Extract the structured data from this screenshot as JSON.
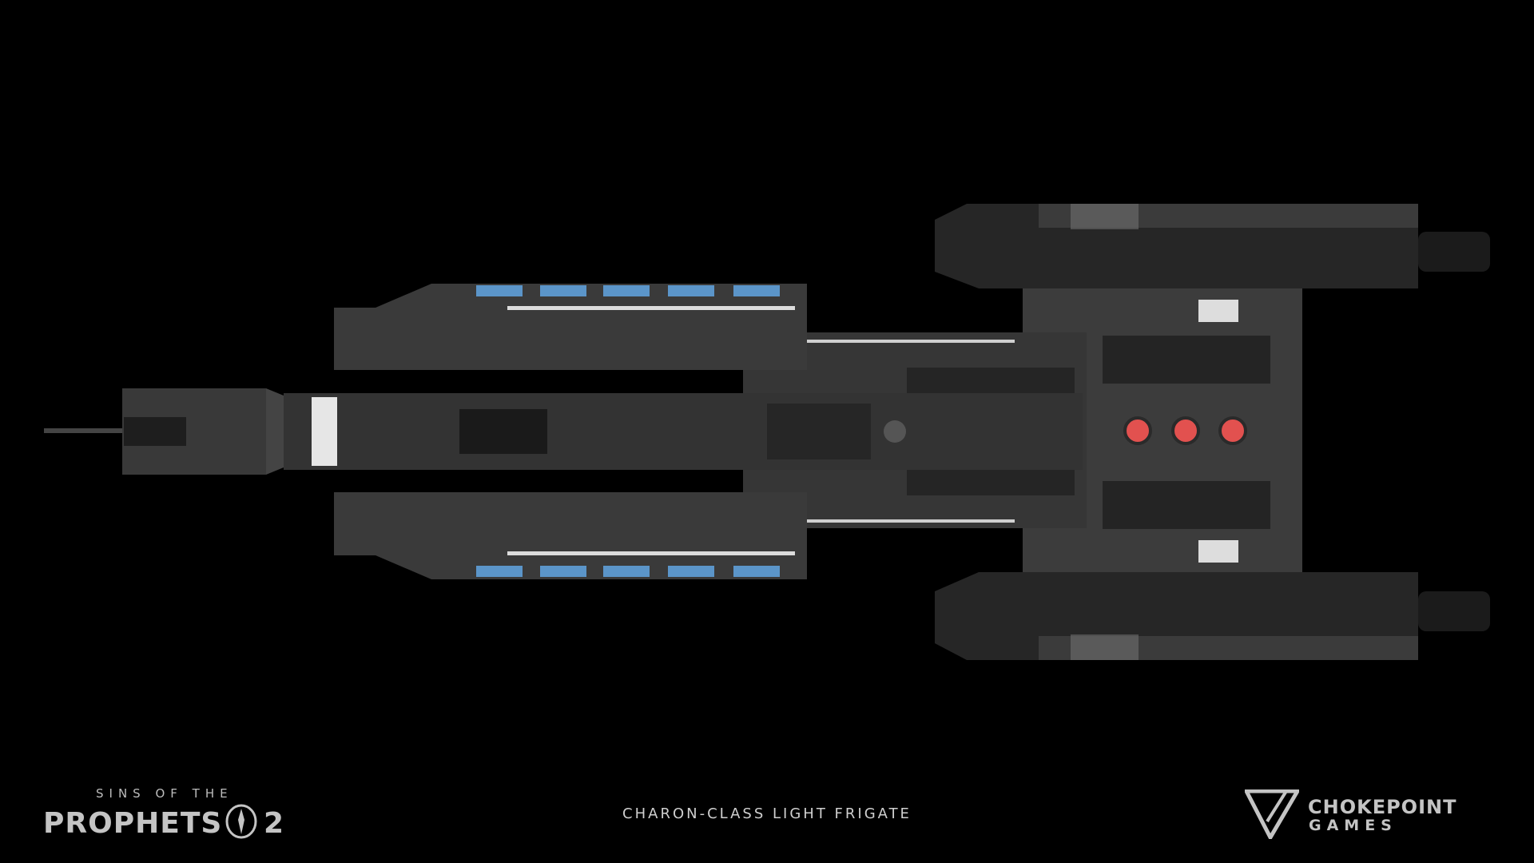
{
  "game_logo": {
    "line1": "SINS OF THE",
    "line2": "PROPHETS",
    "numeral": "2"
  },
  "caption": "CHARON-CLASS LIGHT FRIGATE",
  "studio_logo": {
    "line1": "CHOKEPOINT",
    "line2": "GAMES"
  },
  "colors": {
    "background": "#000000",
    "hull": "#3a3a3a",
    "hull_dark": "#222222",
    "accent_blue": "#5b95c9",
    "reactor_red": "#e2514f",
    "text": "#c8c8c8"
  }
}
